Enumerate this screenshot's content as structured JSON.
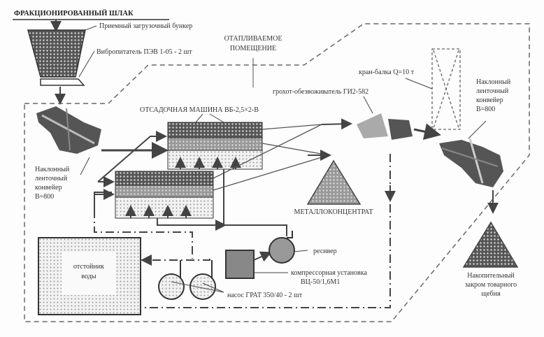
{
  "title": "ФРАКЦИОНИРОВАННЫЙ ШЛАК",
  "labels": {
    "hopper": "Приемный загрузочный бункер",
    "feeder": "Вибропитатель ПЭВ 1-05 - 2 шт",
    "heated_room_1": "ОТАПЛИВАЕМОЕ",
    "heated_room_2": "ПОМЕЩЕНИЕ",
    "jig_machine": "ОТСАДОЧНАЯ МАШИНА ВБ-2,5×2-В",
    "screen": "грохот-обезвоживатель ГИ2-582",
    "crane": "кран-балка Q=10 т",
    "conveyor_left": [
      "Наклонный",
      "ленточный",
      "конвейер",
      "B=800"
    ],
    "conveyor_right": [
      "Наклонный",
      "ленточный",
      "конвейер",
      "B=800"
    ],
    "metal_concentrate": "МЕТАЛЛОКОНЦЕНТРАТ",
    "receiver": "ресивер",
    "compressor_1": "компрессорная установка",
    "compressor_2": "ВЦ-50/1,6М1",
    "pump": "насос ГРАТ 350/40 - 2 шт",
    "settler_1": "отстойник",
    "settler_2": "воды",
    "stockpile": [
      "Накопительный",
      "закром товарного",
      "щебня"
    ]
  }
}
